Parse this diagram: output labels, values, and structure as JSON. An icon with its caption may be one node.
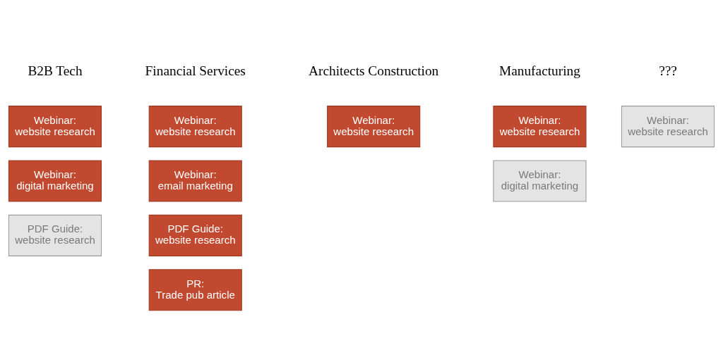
{
  "diagram": {
    "nodes": [
      {
        "text": [
          "Webinar:",
          "website research"
        ]
      },
      {
        "text": [
          "Webinar:",
          "digital marketing"
        ]
      },
      {
        "text": [
          "PDF Guide:",
          "website research"
        ]
      },
      {
        "text": [
          "Webinar:",
          "website research"
        ]
      },
      {
        "text": [
          "Webinar:",
          "email marketing"
        ]
      },
      {
        "text": [
          "PDF Guide:",
          "website research"
        ]
      },
      {
        "text": [
          "PR:",
          "Trade pub article"
        ]
      },
      {
        "text": [
          "Webinar:",
          "website research"
        ]
      },
      {
        "text": [
          "Webinar:",
          "website research"
        ]
      },
      {
        "text": [
          "Webinar:",
          "digital marketing"
        ]
      },
      {
        "text": [
          "Webinar:",
          "website research"
        ]
      }
    ],
    "edges": [],
    "labels": [
      "B2B Tech",
      "Financial Services",
      "Architects Construction",
      "Manufacturing",
      "???"
    ]
  }
}
